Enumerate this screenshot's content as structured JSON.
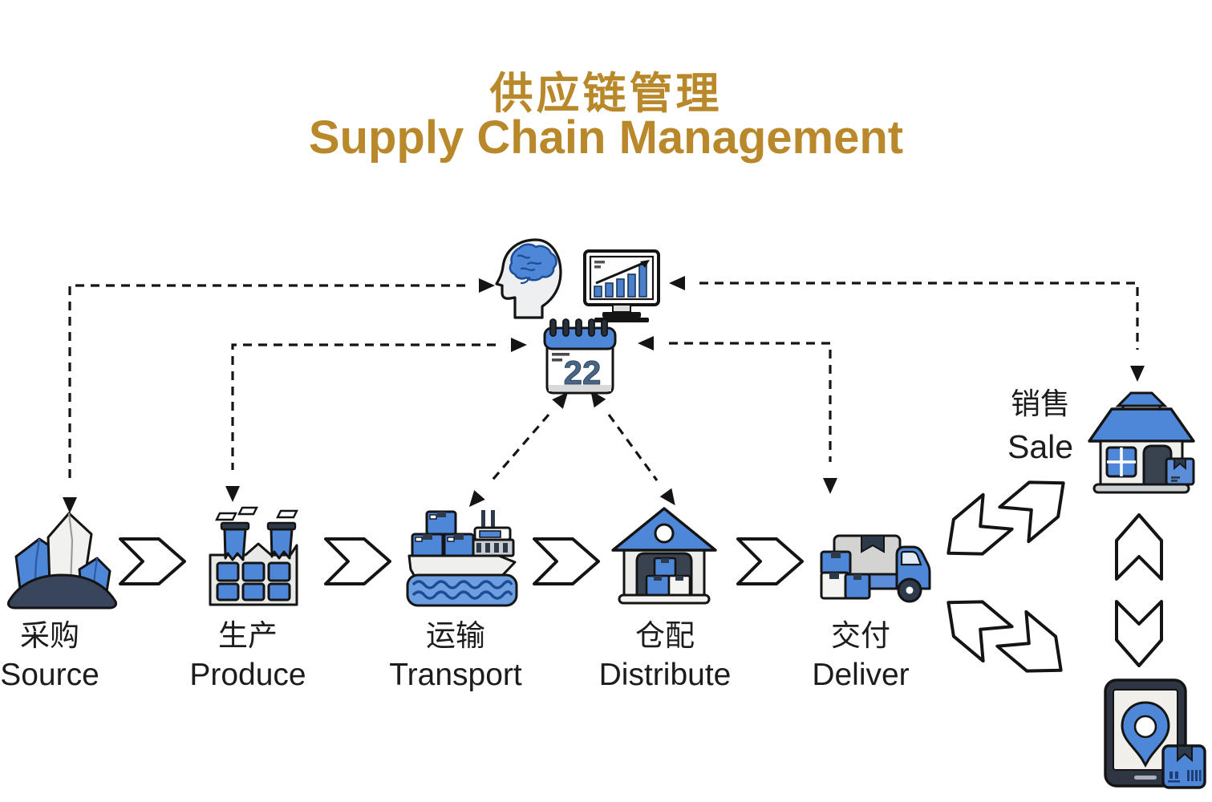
{
  "title": {
    "zh": "供应链管理",
    "en": "Supply Chain Management"
  },
  "hub": {
    "calendar_day": "22",
    "icons": [
      {
        "name": "head-brain-icon",
        "meaning": "intelligence / analysis"
      },
      {
        "name": "monitor-chart-icon",
        "meaning": "rising bar chart dashboard"
      },
      {
        "name": "calendar-icon",
        "meaning": "planning schedule"
      }
    ]
  },
  "stages": [
    {
      "zh": "采购",
      "en": "Source",
      "icon": "raw-material-crystals-icon"
    },
    {
      "zh": "生产",
      "en": "Produce",
      "icon": "factory-icon"
    },
    {
      "zh": "运输",
      "en": "Transport",
      "icon": "cargo-ship-icon"
    },
    {
      "zh": "仓配",
      "en": "Distribute",
      "icon": "warehouse-icon"
    },
    {
      "zh": "交付",
      "en": "Deliver",
      "icon": "delivery-truck-icon"
    }
  ],
  "sale": {
    "zh": "销售",
    "en": "Sale",
    "icon": "retail-store-icon"
  },
  "tracking": {
    "icon": "tablet-location-box-icon"
  },
  "connections": {
    "dashed_bidirectional": [
      "Source ↔ Brain/Monitor hub",
      "Produce ↔ Calendar",
      "Transport ↔ Calendar",
      "Distribute ↔ Calendar",
      "Deliver ↔ Calendar",
      "Store ↔ Monitor"
    ],
    "chevron_flow": [
      "Source → Produce → Transport → Distribute → Deliver",
      "Deliver ↔ Store (Sale)",
      "Deliver ↔ Tablet (tracking)",
      "Store ↔ Tablet"
    ]
  },
  "colors": {
    "title_gold": "#b8882a",
    "primary_blue": "#4e86d8",
    "dark_navy": "#2d3a49",
    "outline": "#141414",
    "background": "#ffffff"
  }
}
